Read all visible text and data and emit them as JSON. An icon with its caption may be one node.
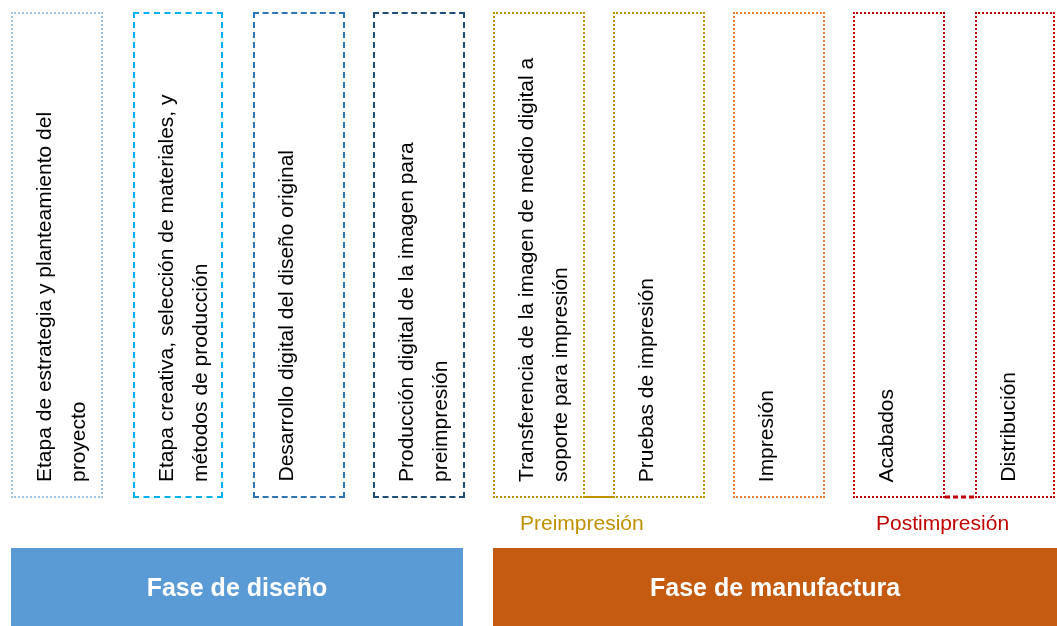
{
  "diagram": {
    "nodes": [
      {
        "text": [
          "Etapa de estrategia y planteamiento del proyecto"
        ]
      },
      {
        "text": [
          "Etapa creativa, selección de materiales, y métodos de producción"
        ]
      },
      {
        "text": [
          "Desarrollo digital del diseño original"
        ]
      },
      {
        "text": [
          "Producción digital de la imagen para preimpresión"
        ]
      },
      {
        "text": [
          "Transferencia de la imagen de medio digital a soporte para impresión"
        ]
      },
      {
        "text": [
          "Pruebas de impresión"
        ]
      },
      {
        "text": [
          "Impresión"
        ]
      },
      {
        "text": [
          "Acabados"
        ]
      },
      {
        "text": [
          "Distribución"
        ]
      },
      {
        "text": [
          "Fase de diseño"
        ]
      },
      {
        "text": [
          "Fase de manufactura"
        ]
      }
    ],
    "edges": [
      {
        "from": 4,
        "to": 5,
        "arrow": "none",
        "color": "#bf9000"
      },
      {
        "from": 7,
        "to": 8,
        "arrow": "none",
        "style": "dashed",
        "color": "#c00000"
      }
    ],
    "labels": [
      "Preimpresión",
      "Postimpresión"
    ]
  }
}
